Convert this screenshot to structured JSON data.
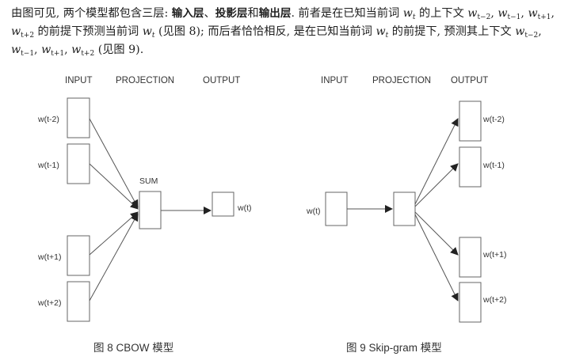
{
  "paragraph": {
    "s1": "由图可见, 两个模型都包含三层: ",
    "b1": "输入层",
    "sep1": "、",
    "b2": "投影层",
    "and": "和",
    "b3": "输出层",
    "s2": ". 前者是在已知当前词 ",
    "wt1": "w",
    "wt1_sub": "t",
    "s3": " 的上下文 ",
    "ctx1": "w",
    "ctx1_sub": "t−2",
    "ctx2": "w",
    "ctx2_sub": "t−1",
    "ctx3": "w",
    "ctx3_sub": "t+1",
    "ctx4": "w",
    "ctx4_sub": "t+2",
    "s4": " 的前提下预测当前词 ",
    "wt2": "w",
    "wt2_sub": "t",
    "s5": " (见图 8); 而后者恰恰相反, 是在已知当前词 ",
    "wt3": "w",
    "wt3_sub": "t",
    "s6": " 的前提下, 预测其上下文 ",
    "c2_1": "w",
    "c2_1_sub": "t−2",
    "c2_2": "w",
    "c2_2_sub": "t−1",
    "c2_3": "w",
    "c2_3_sub": "t+1",
    "c2_4": "w",
    "c2_4_sub": "t+2",
    "s7": " (见图 9)."
  },
  "cbow": {
    "headers": {
      "input": "INPUT",
      "projection": "PROJECTION",
      "output": "OUTPUT"
    },
    "inputs": [
      "w(t-2)",
      "w(t-1)",
      "w(t+1)",
      "w(t+2)"
    ],
    "projection_label": "SUM",
    "output": "w(t)",
    "caption": "图 8  CBOW 模型"
  },
  "skipgram": {
    "headers": {
      "input": "INPUT",
      "projection": "PROJECTION",
      "output": "OUTPUT"
    },
    "input": "w(t)",
    "outputs": [
      "w(t-2)",
      "w(t-1)",
      "w(t+1)",
      "w(t+2)"
    ],
    "caption": "图 9  Skip-gram 模型"
  }
}
